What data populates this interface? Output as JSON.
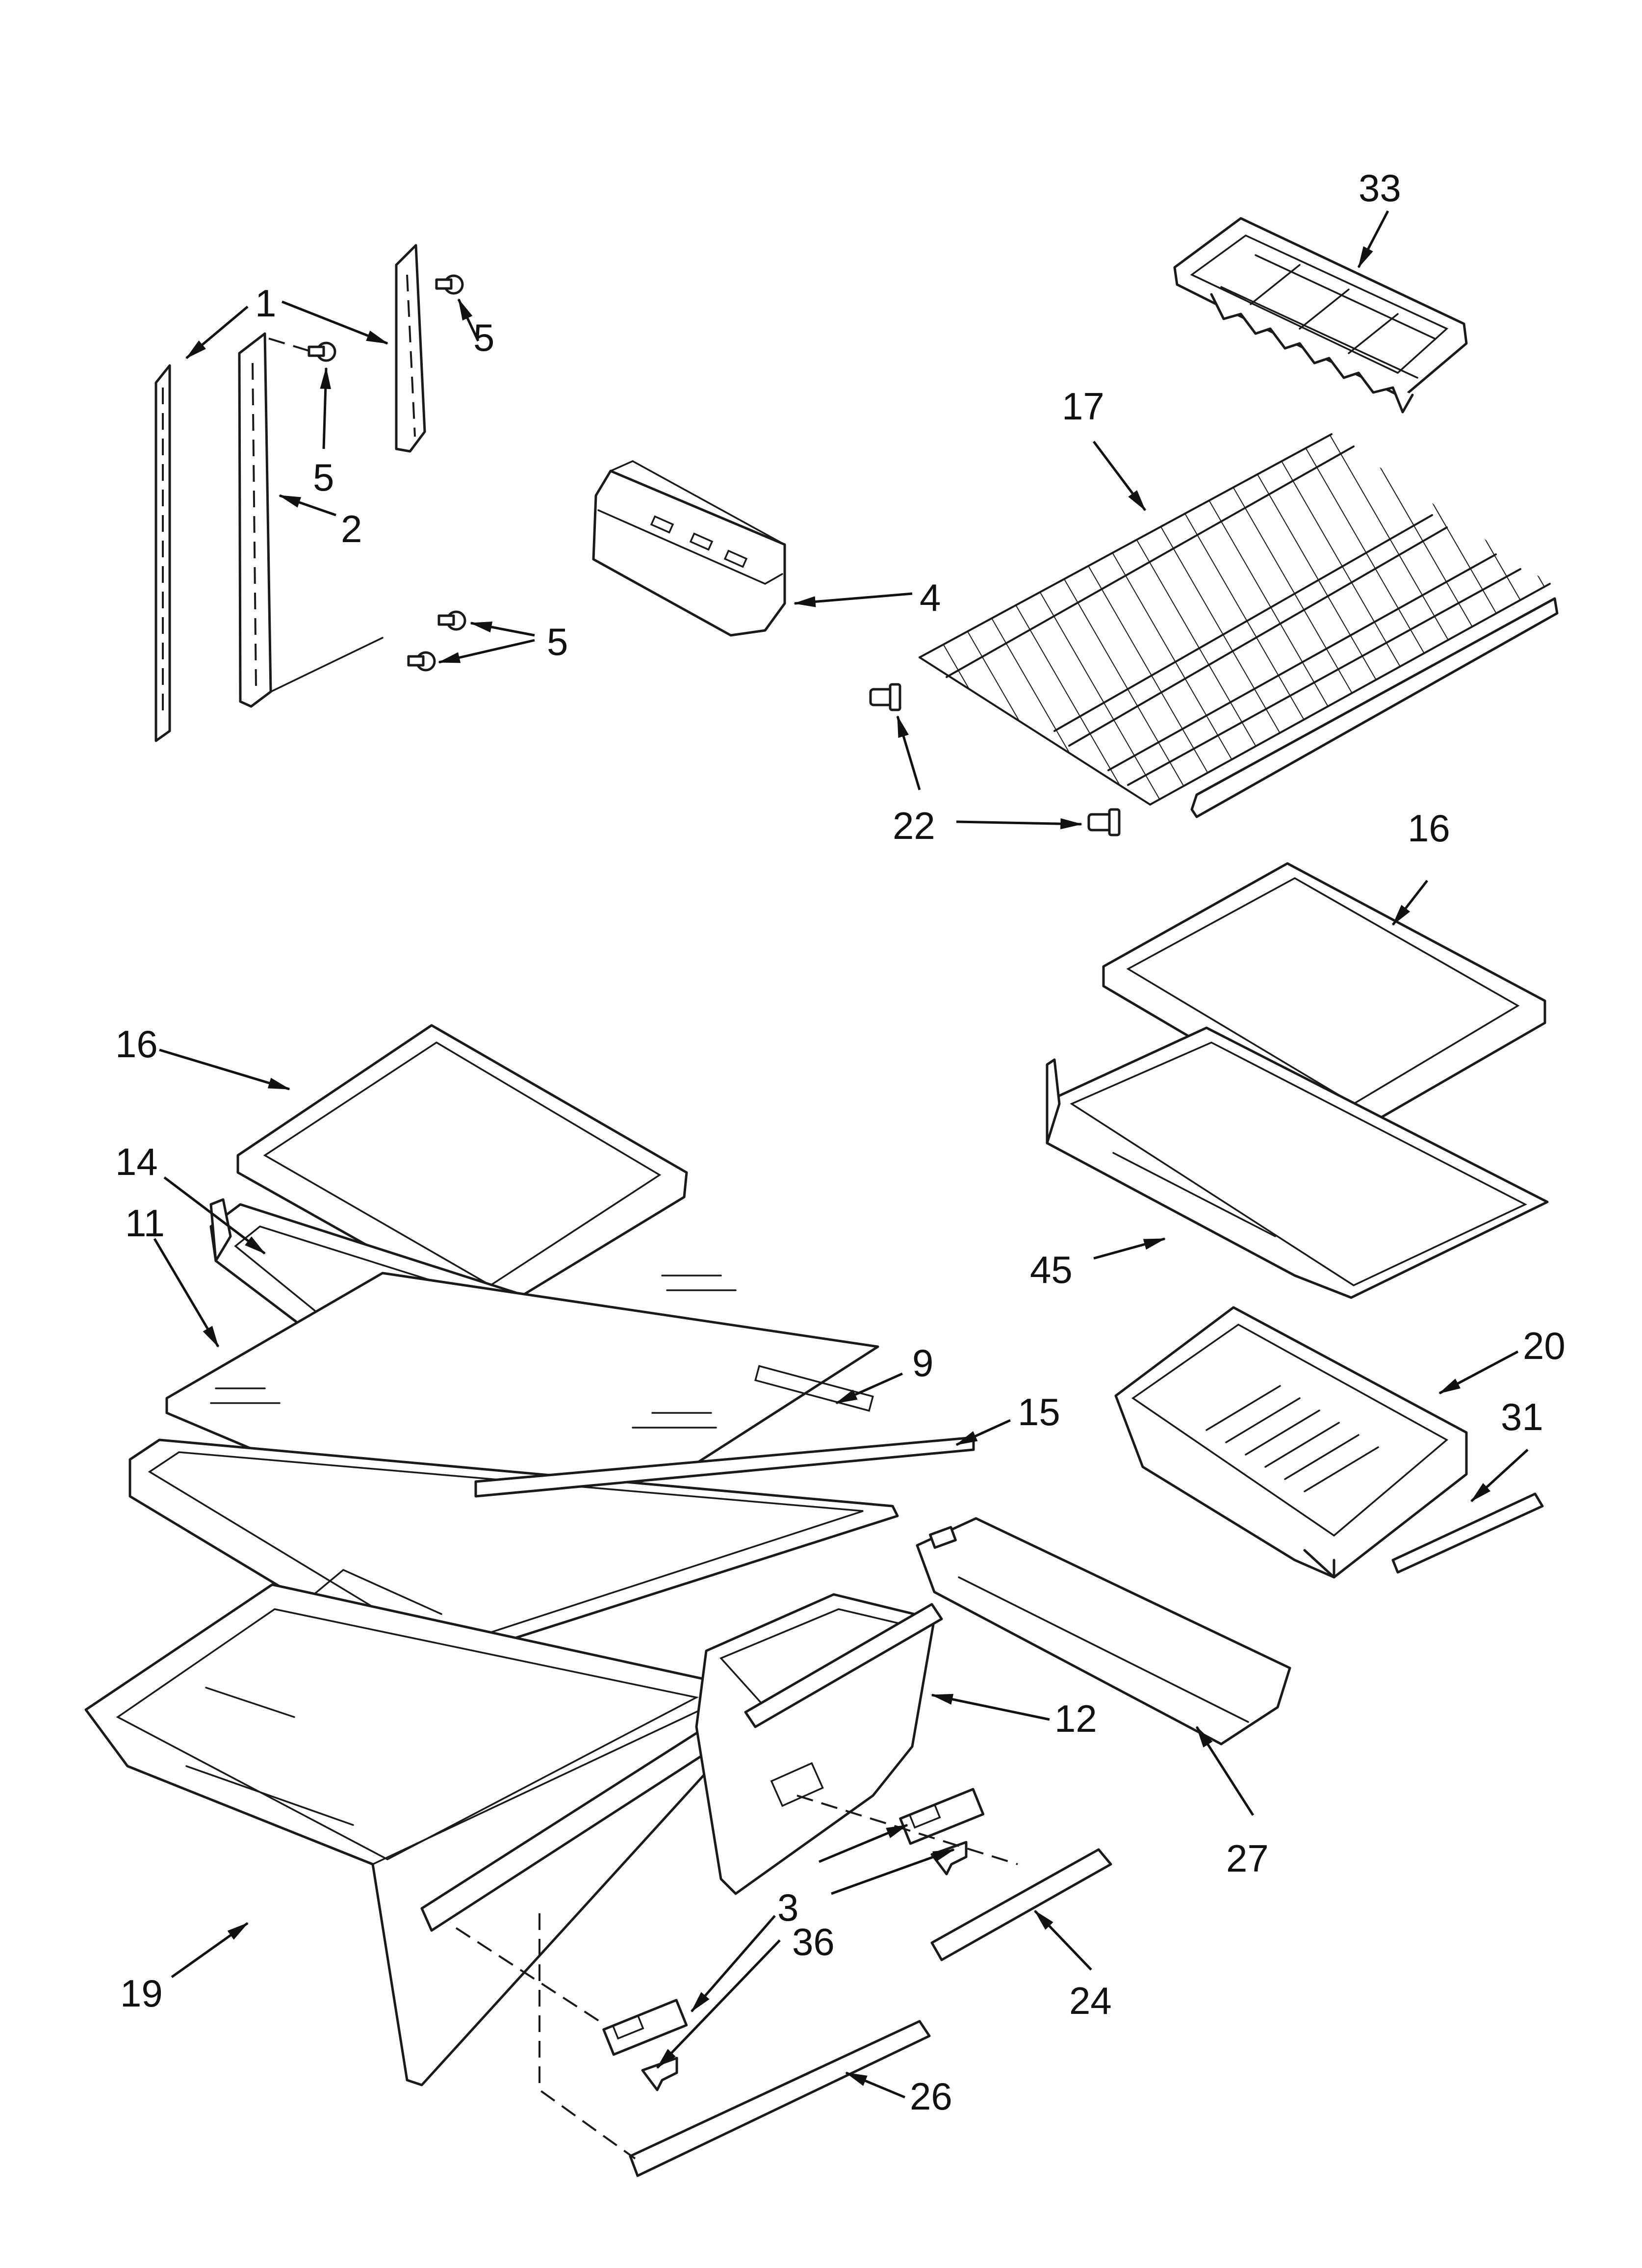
{
  "callouts": [
    "1",
    "2",
    "3",
    "4",
    "5",
    "9",
    "11",
    "12",
    "14",
    "15",
    "16",
    "17",
    "19",
    "20",
    "22",
    "24",
    "26",
    "27",
    "31",
    "33",
    "36",
    "45"
  ],
  "colors": {
    "line": "#1a1a1a",
    "background": "#ffffff"
  }
}
